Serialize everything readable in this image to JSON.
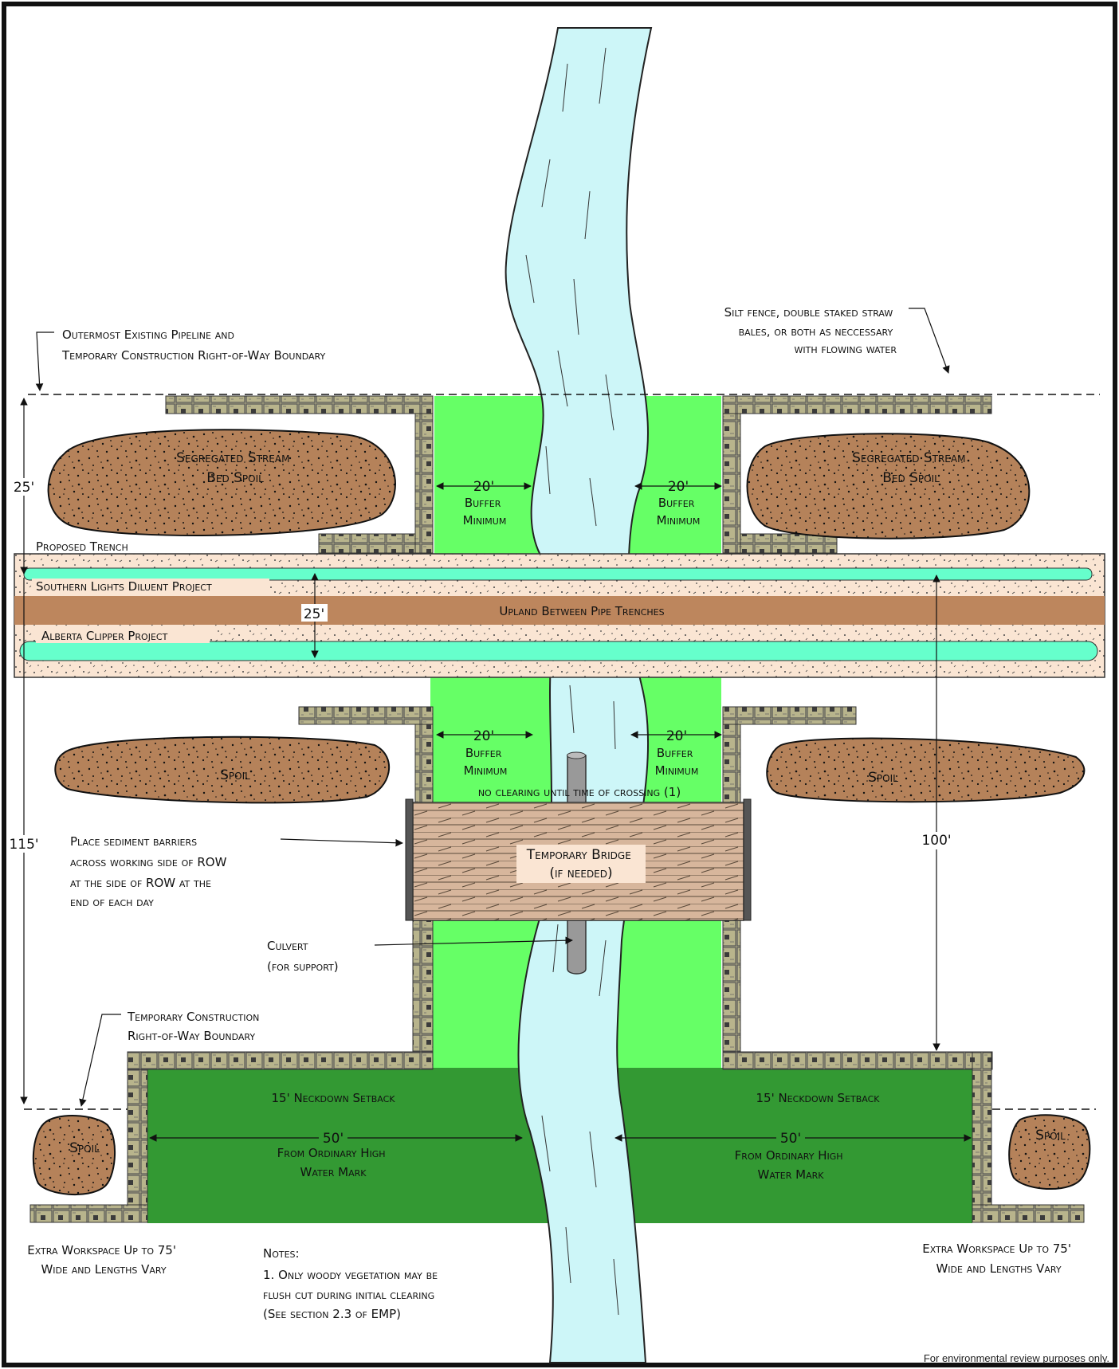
{
  "labels": {
    "outermost_boundary": [
      "Outermost Existing Pipeline and",
      "Temporary Construction Right-of-Way Boundary"
    ],
    "silt_fence": [
      "Silt fence, double staked straw",
      "bales, or both as neccessary",
      "with flowing water"
    ],
    "segregated_spoil": [
      "Segregated Stream",
      "Bed Spoil"
    ],
    "buffer_dim": "20'",
    "buffer_text": [
      "Buffer",
      "Minimum"
    ],
    "proposed_trench": "Proposed Trench",
    "southern_lights": "Southern Lights Diluent Project",
    "upland": "Upland Between Pipe Trenches",
    "alberta_clipper": "Alberta Clipper Project",
    "spoil": "Spoil",
    "no_clearing": "no clearing until time of crossing (1)",
    "sediment_barriers": [
      "Place sediment barriers",
      "across working side of ROW",
      "at the side of ROW at the",
      "end of each day"
    ],
    "temporary_bridge": [
      "Temporary Bridge",
      "(if needed)"
    ],
    "culvert": [
      "Culvert",
      "(for support)"
    ],
    "temp_boundary": [
      "Temporary Construction",
      "Right-of-Way Boundary"
    ],
    "neckdown": "15' Neckdown Setback",
    "ohwm_dim": "50'",
    "ohwm_text": [
      "From Ordinary High",
      "Water Mark"
    ],
    "extra_workspace": [
      "Extra Workspace Up to 75'",
      "Wide and Lengths Vary"
    ],
    "notes_title": "Notes:",
    "notes": [
      "1.   Only woody vegetation may be",
      "flush cut during initial clearing",
      "(See section 2.3 of EMP)"
    ],
    "footer": "For environmental review purposes only."
  },
  "dimensions": {
    "top_25": "25'",
    "mid_25": "25'",
    "left_115": "115'",
    "right_100": "100'"
  },
  "colors": {
    "water": "#cdf6f8",
    "buffer_green": "#66ff66",
    "setback_green": "#339933",
    "spoil": "#b5825a",
    "trench": "#fae5d3",
    "upland": "#bd865d",
    "pipe": "#66ffcc",
    "bridge": "#d7b69c"
  }
}
